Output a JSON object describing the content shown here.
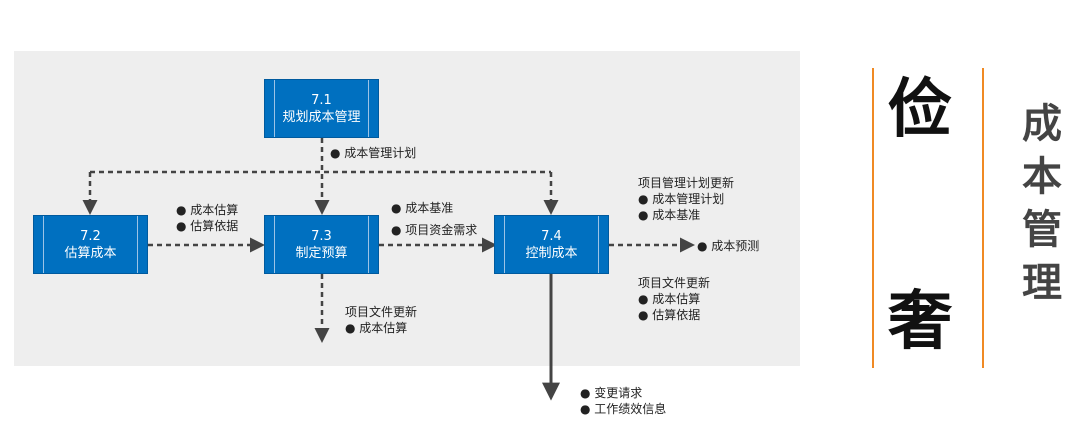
{
  "processes": {
    "p71": {
      "num": "7.1",
      "name": "规划成本管理"
    },
    "p72": {
      "num": "7.2",
      "name": "估算成本"
    },
    "p73": {
      "num": "7.3",
      "name": "制定预算"
    },
    "p74": {
      "num": "7.4",
      "name": "控制成本"
    }
  },
  "flows": {
    "plan_out": "● 成本管理计划",
    "est_out_1": "● 成本估算",
    "est_out_2": "● 估算依据",
    "bud_out_1": "● 成本基准",
    "bud_out_2": "● 项目资金需求",
    "bud_doc_title": "项目文件更新",
    "bud_doc_1": "● 成本估算",
    "ctrl_plan_title": "项目管理计划更新",
    "ctrl_plan_1": "● 成本管理计划",
    "ctrl_plan_2": "● 成本基准",
    "ctrl_forecast": "● 成本预测",
    "ctrl_doc_title": "项目文件更新",
    "ctrl_doc_1": "● 成本估算",
    "ctrl_doc_2": "● 估算依据",
    "ctrl_out_1": "● 变更请求",
    "ctrl_out_2": "● 工作绩效信息"
  },
  "branding": {
    "char1": "俭",
    "char2": "奢",
    "side_title": "成本管理",
    "accent_color": "#f08a24",
    "process_color": "#0070c0"
  }
}
